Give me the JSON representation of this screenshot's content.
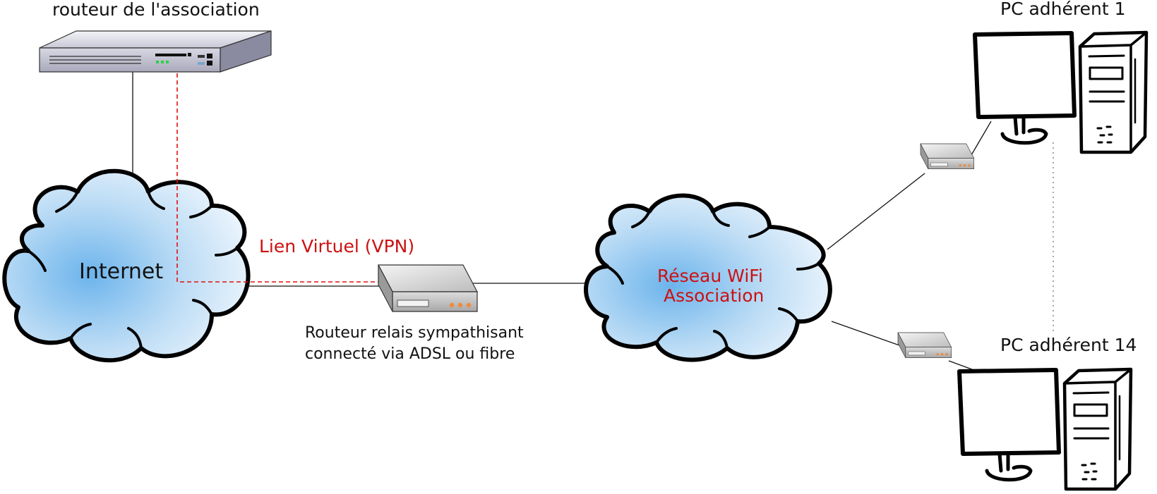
{
  "colors": {
    "link": "#111111",
    "vpn": "#e01010",
    "accent_text": "#cc1111",
    "cloud_fill": "#bcdcf5",
    "cloud_core": "#6cb4ec"
  },
  "nodes": {
    "association_router": {
      "label": "routeur de l'association",
      "icon": "rack-router-icon"
    },
    "internet": {
      "label": "Internet",
      "icon": "cloud-icon"
    },
    "relay_router": {
      "label_line1": "Routeur relais sympathisant",
      "label_line2": "connecté via ADSL ou fibre",
      "icon": "router-box-icon"
    },
    "wifi_network": {
      "label_line1": "Réseau WiFi",
      "label_line2": "Association",
      "icon": "cloud-icon"
    },
    "pc_1": {
      "label": "PC adhérent 1",
      "icon": "desktop-computer-icon"
    },
    "pc_14": {
      "label": "PC adhérent 14",
      "icon": "desktop-computer-icon"
    },
    "wifi_client_1": {
      "icon": "router-box-icon"
    },
    "wifi_client_14": {
      "icon": "router-box-icon"
    }
  },
  "links": {
    "vpn": {
      "label": "Lien Virtuel (VPN)",
      "style": "dashed"
    }
  }
}
